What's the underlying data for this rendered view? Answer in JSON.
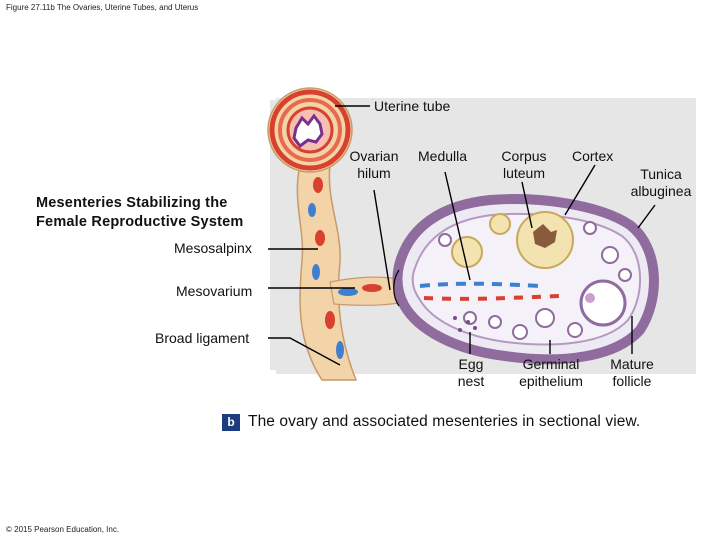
{
  "figure_title": "Figure 27.11b The Ovaries, Uterine Tubes, and Uterus",
  "copyright": "© 2015 Pearson Education, Inc.",
  "section_heading": {
    "line1": "Mesenteries Stabilizing the",
    "line2": "Female Reproductive System"
  },
  "labels": {
    "uterine_tube": "Uterine tube",
    "ovarian_hilum": {
      "line1": "Ovarian",
      "line2": "hilum"
    },
    "medulla": "Medulla",
    "corpus_luteum": {
      "line1": "Corpus",
      "line2": "luteum"
    },
    "cortex": "Cortex",
    "tunica_albuginea": {
      "line1": "Tunica",
      "line2": "albuginea"
    },
    "mesosalpinx": "Mesosalpinx",
    "mesovarium": "Mesovarium",
    "broad_ligament": "Broad ligament",
    "egg_nest": {
      "line1": "Egg",
      "line2": "nest"
    },
    "germinal_epithelium": {
      "line1": "Germinal",
      "line2": "epithelium"
    },
    "mature_follicle": {
      "line1": "Mature",
      "line2": "follicle"
    }
  },
  "caption": {
    "badge": "b",
    "text": "The ovary and associated mesenteries in sectional view."
  },
  "colors": {
    "tissue": "#f3d3a8",
    "tissue_edge": "#c79a6a",
    "ovary_outer": "#8f6b9e",
    "ovary_fill": "#eeeaf4",
    "vessel_red": "#d8412e",
    "vessel_blue": "#3f7fcf",
    "corpus_luteum": "#f2e3b0",
    "panel_bg": "#e6e6e6",
    "caption_badge": "#1c3c80"
  }
}
